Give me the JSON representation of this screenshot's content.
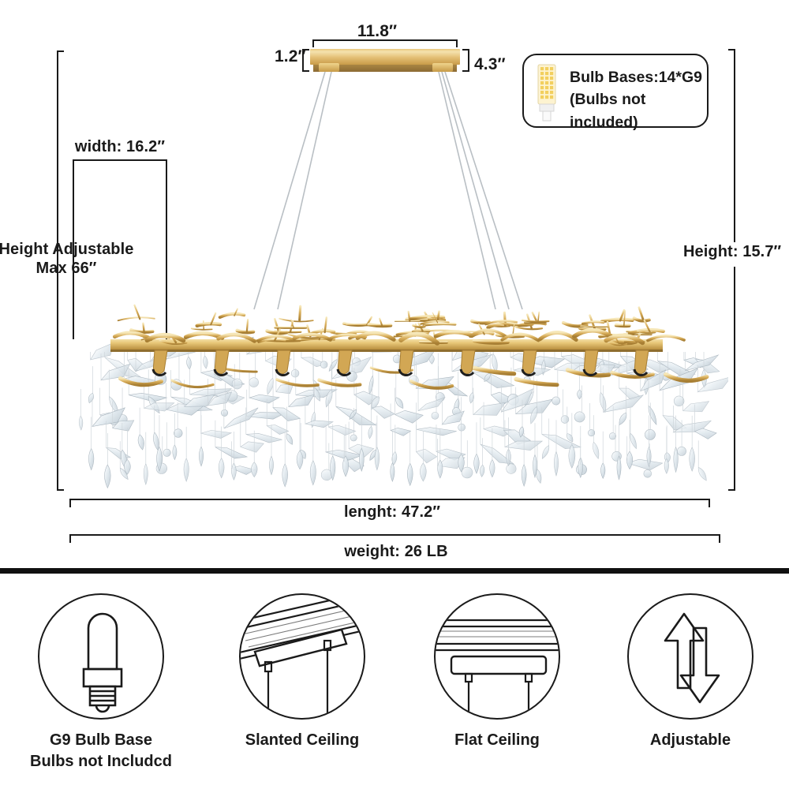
{
  "dimensions": {
    "canopy_width": "11.8″",
    "canopy_height": "1.2″",
    "canopy_depth": "4.3″",
    "width": "width: 16.2″",
    "height_adjustable": "Height Adjustable\nMax 66″",
    "height": "Height: 15.7″",
    "length": "lenght: 47.2″",
    "weight": "weight: 26 LB"
  },
  "bulb_callout": {
    "text": "Bulb Bases:14*G9\n(Bulbs not included)",
    "icon": "g9-led-bulb-icon"
  },
  "features": [
    {
      "id": "g9-bulb-base",
      "icon": "bulb-icon",
      "caption": "G9 Bulb Base\nBulbs not Includcd"
    },
    {
      "id": "slanted-ceiling",
      "icon": "slanted-ceiling-icon",
      "caption": "Slanted Ceiling"
    },
    {
      "id": "flat-ceiling",
      "icon": "flat-ceiling-icon",
      "caption": "Flat Ceiling"
    },
    {
      "id": "adjustable",
      "icon": "up-down-arrows-icon",
      "caption": "Adjustable"
    }
  ],
  "product": {
    "name": "branch-crystal-linear-chandelier",
    "finish_color": "#d4a84f",
    "crystal_color": "#e8eef2",
    "cable_color": "#b9bfc4"
  },
  "colors": {
    "line": "#1a1a1a",
    "gold_light": "#f5e2ae",
    "gold": "#d4a84f",
    "gold_dark": "#a98543",
    "background": "#ffffff"
  }
}
